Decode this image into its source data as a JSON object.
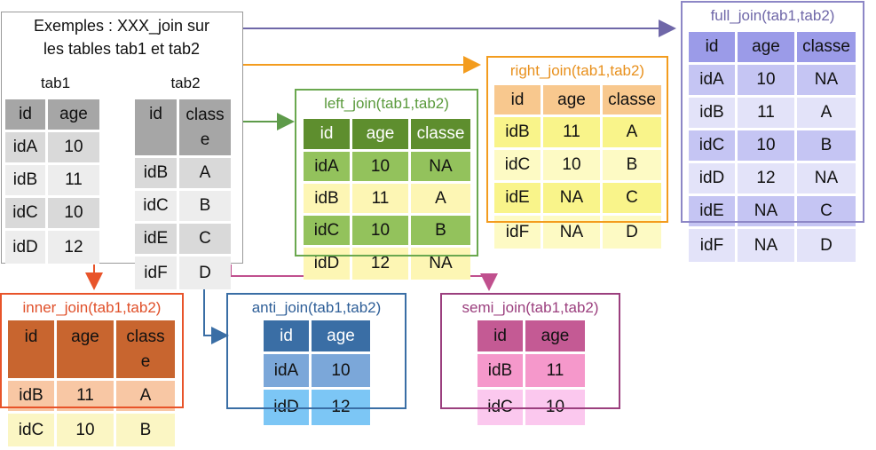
{
  "intro": {
    "line1": "Exemples : XXX_join sur",
    "line2": "les tables tab1 et tab2",
    "tab1_label": "tab1",
    "tab2_label": "tab2"
  },
  "tab1": {
    "headers": [
      "id",
      "age"
    ],
    "rows": [
      [
        "idA",
        "10"
      ],
      [
        "idB",
        "11"
      ],
      [
        "idC",
        "10"
      ],
      [
        "idD",
        "12"
      ]
    ]
  },
  "tab2": {
    "headers": [
      "id",
      "classe"
    ],
    "header_wrap": [
      "class",
      "e"
    ],
    "rows": [
      [
        "idB",
        "A"
      ],
      [
        "idC",
        "B"
      ],
      [
        "idE",
        "C"
      ],
      [
        "idF",
        "D"
      ]
    ]
  },
  "left_join": {
    "title": "left_join(tab1,tab2)",
    "headers": [
      "id",
      "age",
      "classe"
    ],
    "rows": [
      [
        "idA",
        "10",
        "NA"
      ],
      [
        "idB",
        "11",
        "A"
      ],
      [
        "idC",
        "10",
        "B"
      ],
      [
        "idD",
        "12",
        "NA"
      ]
    ]
  },
  "right_join": {
    "title": "right_join(tab1,tab2)",
    "headers": [
      "id",
      "age",
      "classe"
    ],
    "rows": [
      [
        "idB",
        "11",
        "A"
      ],
      [
        "idC",
        "10",
        "B"
      ],
      [
        "idE",
        "NA",
        "C"
      ],
      [
        "idF",
        "NA",
        "D"
      ]
    ]
  },
  "full_join": {
    "title": "full_join(tab1,tab2)",
    "headers": [
      "id",
      "age",
      "classe"
    ],
    "rows": [
      [
        "idA",
        "10",
        "NA"
      ],
      [
        "idB",
        "11",
        "A"
      ],
      [
        "idC",
        "10",
        "B"
      ],
      [
        "idD",
        "12",
        "NA"
      ],
      [
        "idE",
        "NA",
        "C"
      ],
      [
        "idF",
        "NA",
        "D"
      ]
    ]
  },
  "inner_join": {
    "title": "inner_join(tab1,tab2)",
    "headers": [
      "id",
      "age",
      "classe"
    ],
    "header_wrap": [
      "class",
      "e"
    ],
    "rows": [
      [
        "idB",
        "11",
        "A"
      ],
      [
        "idC",
        "10",
        "B"
      ]
    ]
  },
  "anti_join": {
    "title": "anti_join(tab1,tab2)",
    "headers": [
      "id",
      "age"
    ],
    "rows": [
      [
        "idA",
        "10"
      ],
      [
        "idD",
        "12"
      ]
    ]
  },
  "semi_join": {
    "title": "semi_join(tab1,tab2)",
    "headers": [
      "id",
      "age"
    ],
    "rows": [
      [
        "idB",
        "11"
      ],
      [
        "idC",
        "10"
      ]
    ]
  },
  "colors": {
    "gray_header": "#a6a6a6",
    "gray_row": "#d9d9d9",
    "green": "#6aa84f",
    "orange": "#f39c1e",
    "purple": "#7b72b8",
    "red": "#e8542a",
    "blue": "#3a6ea5",
    "pink": "#c0508e"
  }
}
